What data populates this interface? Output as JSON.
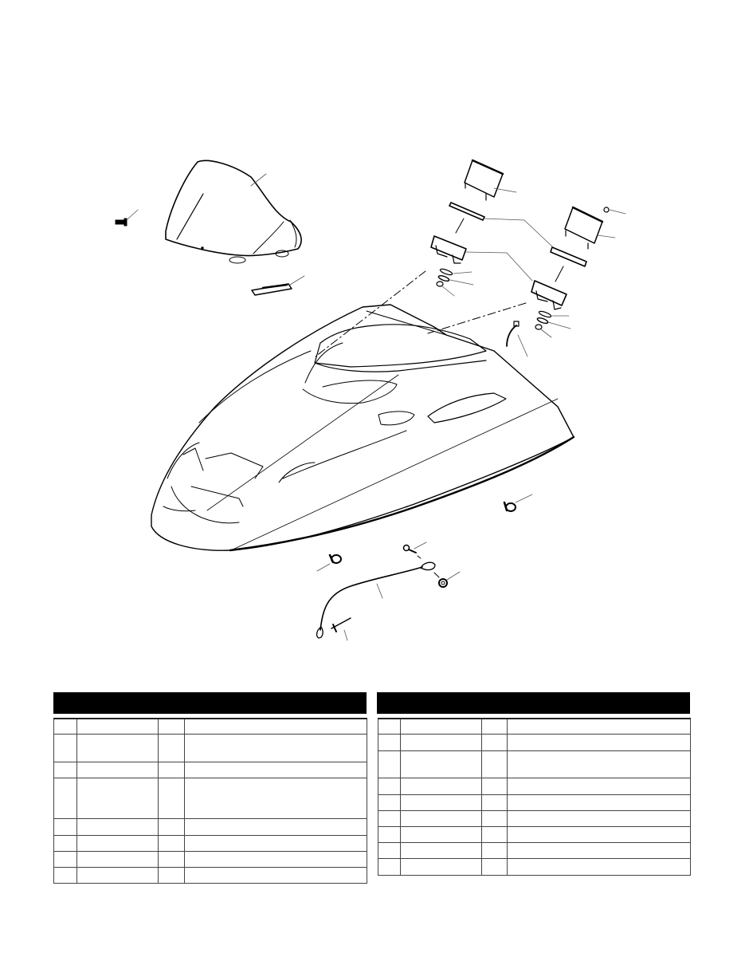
{
  "page": {
    "type": "exploded-parts-diagram",
    "subject": "snowmobile hood assembly",
    "background": "#ffffff",
    "line_color": "#000000"
  },
  "diagram": {
    "parts": [
      {
        "id": "windshield",
        "callout": ""
      },
      {
        "id": "windshield-screw",
        "callout": ""
      },
      {
        "id": "windshield-bracket",
        "callout": ""
      },
      {
        "id": "gauge-left",
        "callout": ""
      },
      {
        "id": "gauge-ring-left",
        "callout": ""
      },
      {
        "id": "gauge-bezel-left",
        "callout": ""
      },
      {
        "id": "gauge-right",
        "callout": ""
      },
      {
        "id": "gauge-ring-right",
        "callout": ""
      },
      {
        "id": "gauge-bezel-right",
        "callout": ""
      },
      {
        "id": "bulb",
        "callout": ""
      },
      {
        "id": "springs-left",
        "callout": ""
      },
      {
        "id": "springs-right",
        "callout": ""
      },
      {
        "id": "wire-harness",
        "callout": ""
      },
      {
        "id": "hood",
        "callout": ""
      },
      {
        "id": "hood-latch-left",
        "callout": ""
      },
      {
        "id": "hood-latch-right",
        "callout": ""
      },
      {
        "id": "tether-cable",
        "callout": ""
      },
      {
        "id": "tether-bolt",
        "callout": ""
      },
      {
        "id": "tether-nut",
        "callout": ""
      },
      {
        "id": "rivet",
        "callout": ""
      }
    ]
  },
  "tables": {
    "left": {
      "header": "",
      "columns": [
        "",
        "",
        "",
        ""
      ],
      "rows": [
        {
          "h": 19,
          "cells": [
            "",
            "",
            "",
            ""
          ]
        },
        {
          "h": 35,
          "cells": [
            "",
            "",
            "",
            ""
          ]
        },
        {
          "h": 20,
          "cells": [
            "",
            "",
            "",
            ""
          ]
        },
        {
          "h": 51,
          "cells": [
            "",
            "",
            "",
            ""
          ]
        },
        {
          "h": 21,
          "cells": [
            "",
            "",
            "",
            ""
          ]
        },
        {
          "h": 20,
          "cells": [
            "",
            "",
            "",
            ""
          ]
        },
        {
          "h": 20,
          "cells": [
            "",
            "",
            "",
            ""
          ]
        },
        {
          "h": 20,
          "cells": [
            "",
            "",
            "",
            ""
          ]
        }
      ]
    },
    "right": {
      "header": "",
      "columns": [
        "",
        "",
        "",
        ""
      ],
      "rows": [
        {
          "h": 19,
          "cells": [
            "",
            "",
            "",
            ""
          ]
        },
        {
          "h": 21,
          "cells": [
            "",
            "",
            "",
            ""
          ]
        },
        {
          "h": 34,
          "cells": [
            "",
            "",
            "",
            ""
          ]
        },
        {
          "h": 21,
          "cells": [
            "",
            "",
            "",
            ""
          ]
        },
        {
          "h": 20,
          "cells": [
            "",
            "",
            "",
            ""
          ]
        },
        {
          "h": 20,
          "cells": [
            "",
            "",
            "",
            ""
          ]
        },
        {
          "h": 20,
          "cells": [
            "",
            "",
            "",
            ""
          ]
        },
        {
          "h": 20,
          "cells": [
            "",
            "",
            "",
            ""
          ]
        },
        {
          "h": 21,
          "cells": [
            "",
            "",
            "",
            ""
          ]
        }
      ]
    }
  }
}
